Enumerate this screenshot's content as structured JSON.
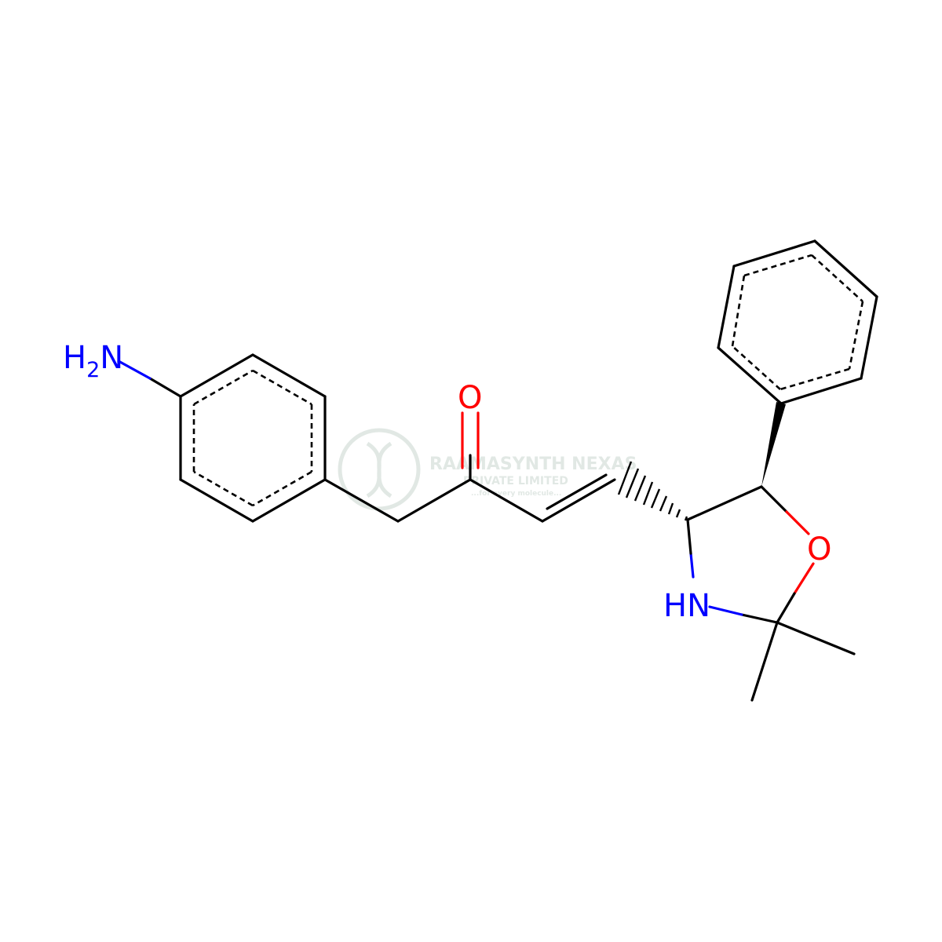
{
  "molecule": {
    "atoms": {
      "amine": {
        "main": "H",
        "sub": "2",
        "tail": "N"
      },
      "carbonyl_o": "O",
      "ring_o": "O",
      "ring_nh": "HN"
    },
    "colors": {
      "nitrogen": "#0000ff",
      "oxygen": "#ff0000",
      "carbon": "#000000"
    }
  },
  "watermark": {
    "line1": "RAAMASYNTH NEXAS",
    "line2": "PRIVATE LIMITED",
    "tagline": "...for every molecule...",
    "icon": "dna-helix-icon",
    "color": "#c9d6cf"
  }
}
